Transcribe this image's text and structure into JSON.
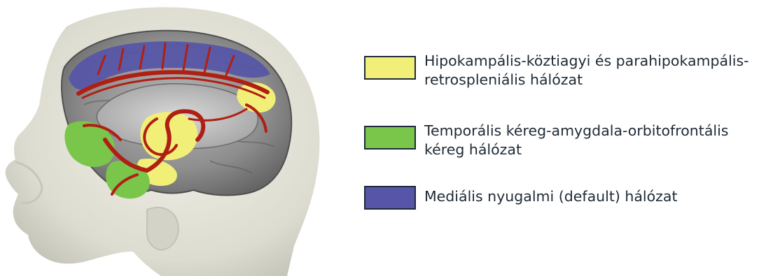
{
  "legend": {
    "items": [
      {
        "label": "Hipokampális-köztiagyi és parahipokampális-\nretrospleniális hálózat",
        "color": "#f2ef78"
      },
      {
        "label": "Temporális kéreg-amygdala-orbitofrontális\nkéreg hálózat",
        "color": "#79c64a"
      },
      {
        "label": "Mediális nyugalmi (default) hálózat",
        "color": "#5655a7"
      }
    ]
  },
  "illustration": {
    "icon": "head-brain-tractography-icon",
    "colors": {
      "head": "#e3e2d6",
      "brain": "#8d8d8d",
      "fibers": "#b01f14",
      "yellow_region": "#f2ef78",
      "green_region": "#79c64a",
      "blue_region": "#5655a7"
    }
  }
}
